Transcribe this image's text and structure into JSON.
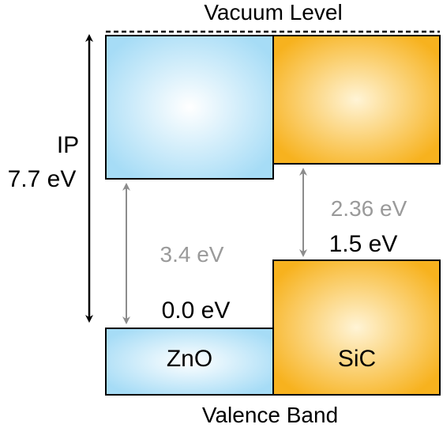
{
  "labels": {
    "vacuum_level": "Vacuum Level",
    "valence_band": "Valence Band",
    "ip_label": "IP",
    "ip_value": "7.7 eV",
    "zno_gap": "3.4 eV",
    "sic_gap": "2.36 eV",
    "zno_vb_energy": "0.0 eV",
    "sic_vb_energy": "1.5 eV"
  },
  "materials": [
    {
      "name": "ZnO",
      "color": "#a6dcf6"
    },
    {
      "name": "SiC",
      "color": "#f7b21e"
    }
  ],
  "colors": {
    "outline": "#000000",
    "gap_arrow": "#8c8c8c",
    "gap_text": "#9a9a9a",
    "vacuum_line": "#000000"
  }
}
